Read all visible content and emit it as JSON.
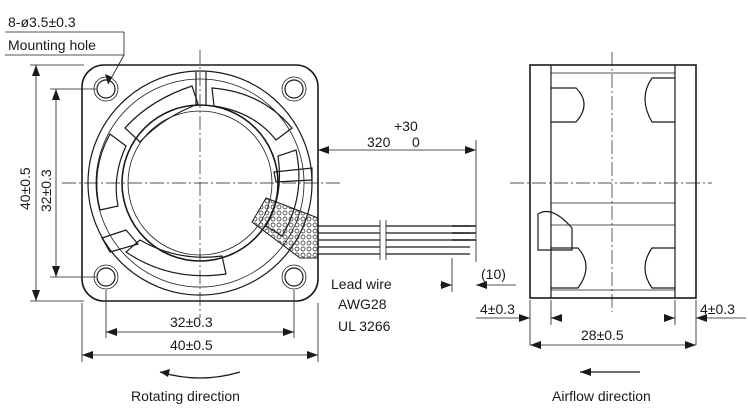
{
  "front_view": {
    "hole_spec": "8-ø3.5±0.3",
    "hole_label": "Mounting hole",
    "height_outer": "40±0.5",
    "height_pitch": "32±0.3",
    "width_pitch": "32±0.3",
    "width_outer": "40±0.5",
    "caption": "Rotating direction"
  },
  "lead": {
    "length_base": "320",
    "tol_upper": "+30",
    "tol_lower": "0",
    "strip": "(10)",
    "spec_1": "Lead wire",
    "spec_2": "AWG28",
    "spec_3": "UL 3266"
  },
  "side_view": {
    "flange_left": "4±0.3",
    "flange_right": "4±0.3",
    "depth": "28±0.5",
    "caption": "Airflow direction"
  }
}
